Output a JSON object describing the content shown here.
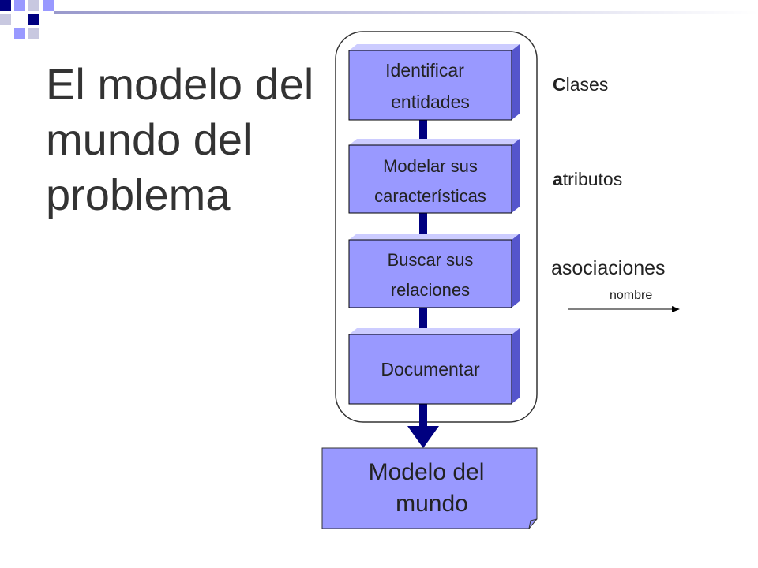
{
  "title": {
    "line1": "El modelo del",
    "line2": "mundo del",
    "line3": "problema"
  },
  "steps": [
    {
      "line1": "Identificar",
      "line2": "entidades"
    },
    {
      "line1": "Modelar sus",
      "line2": "características"
    },
    {
      "line1": "Buscar sus",
      "line2": "relaciones"
    },
    {
      "line1": "Documentar",
      "line2": ""
    }
  ],
  "output": {
    "line1": "Modelo del",
    "line2": "mundo"
  },
  "labels": {
    "clases_first": "C",
    "clases_rest": "lases",
    "atributos_first": "a",
    "atributos_rest": "tributos",
    "asociaciones": "asociaciones",
    "nombre": "nombre"
  },
  "colors": {
    "box_fill": "#9999ff",
    "box_shadow": "#5555cc",
    "arrow": "#000080",
    "deco_dark": "#000080",
    "deco_light": "#9999ff",
    "deco_gray": "#c0c0d8"
  }
}
